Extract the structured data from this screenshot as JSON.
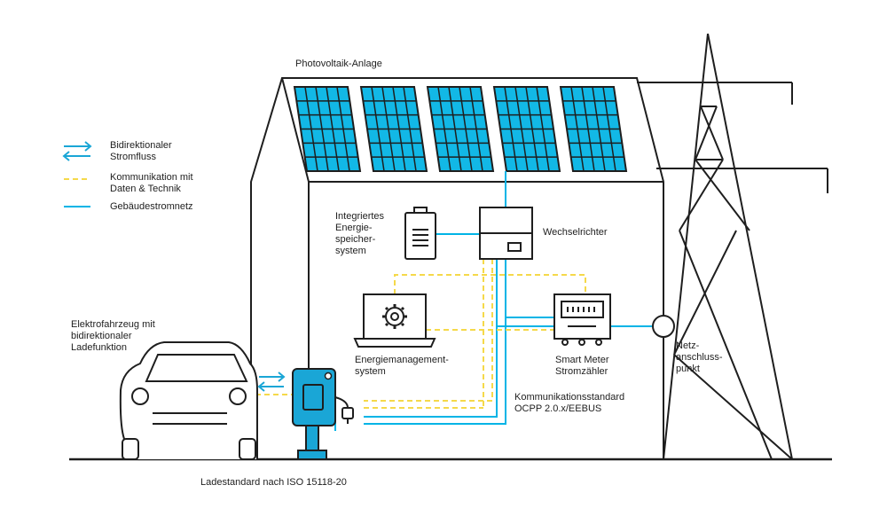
{
  "colors": {
    "line": "#1e1e1e",
    "grid_blue": "#00b4e6",
    "solar_fill": "#12b8e6",
    "comm_yellow": "#f5d94a",
    "charger_blue": "#1aa6d6"
  },
  "legend": {
    "items": [
      {
        "icon": "bidirectional-arrows-icon",
        "lines": [
          "Bidirektionaler",
          "Stromfluss"
        ]
      },
      {
        "icon": "dashed-yellow-line-icon",
        "lines": [
          "Kommunikation mit",
          "Daten & Technik"
        ]
      },
      {
        "icon": "solid-blue-line-icon",
        "lines": [
          "Gebäudestromnetz"
        ]
      }
    ]
  },
  "labels": {
    "pv": "Photovoltaik-Anlage",
    "storage": [
      "Integriertes",
      "Energie-",
      "speicher-",
      "system"
    ],
    "inverter": "Wechselrichter",
    "ems": [
      "Energiemanagement-",
      "system"
    ],
    "meter": [
      "Smart Meter",
      "Stromzähler"
    ],
    "grid_point": [
      "Netz-",
      "anschluss-",
      "punkt"
    ],
    "ev": [
      "Elektrofahrzeug mit",
      "bidirektionaler",
      "Ladefunktion"
    ],
    "comm_standard": [
      "Kommunikationsstandard",
      "OCPP 2.0.x/EEBUS"
    ],
    "charge_standard": "Ladestandard nach ISO 15118-20"
  }
}
